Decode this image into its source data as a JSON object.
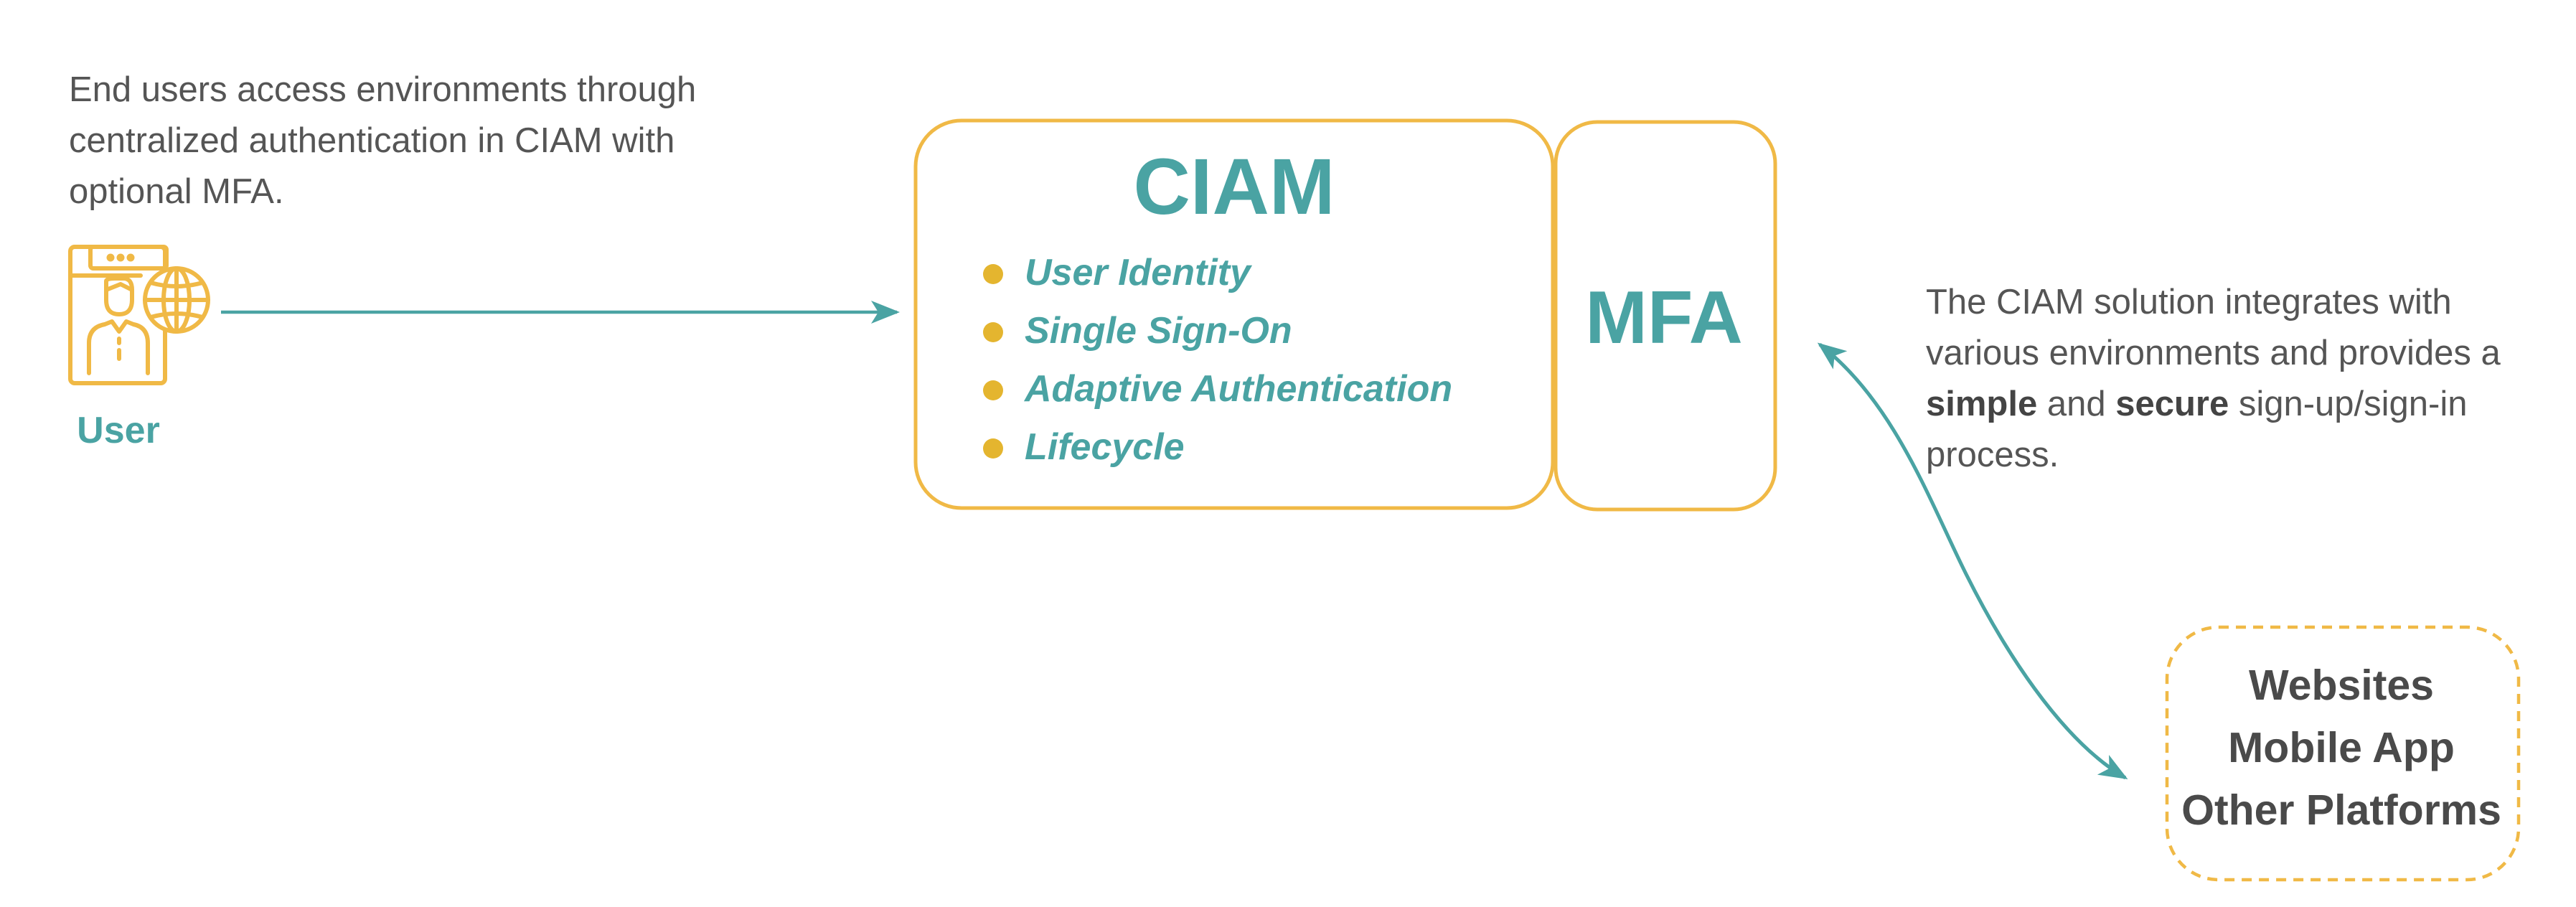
{
  "intro_text": "End users access environments through centralized authentication in CIAM with optional MFA.",
  "user": {
    "icon": "user-globe-icon",
    "label": "User"
  },
  "ciam": {
    "title": "CIAM",
    "features": [
      "User Identity",
      "Single Sign-On",
      "Adaptive Authentication",
      "Lifecycle"
    ]
  },
  "mfa": {
    "label": "MFA"
  },
  "right_text": {
    "part1": "The CIAM solution integrates with various environments and provides a ",
    "bold1": "simple",
    "part2": " and ",
    "bold2": "secure",
    "part3": " sign-up/sign-in process."
  },
  "environments": [
    "Websites",
    "Mobile App",
    "Other Platforms"
  ],
  "colors": {
    "teal": "#4aa3a3",
    "gold": "#f0b946",
    "gold_dot": "#e4b52f",
    "text_gray": "#555555",
    "dark_gray": "#4a4a4a"
  }
}
